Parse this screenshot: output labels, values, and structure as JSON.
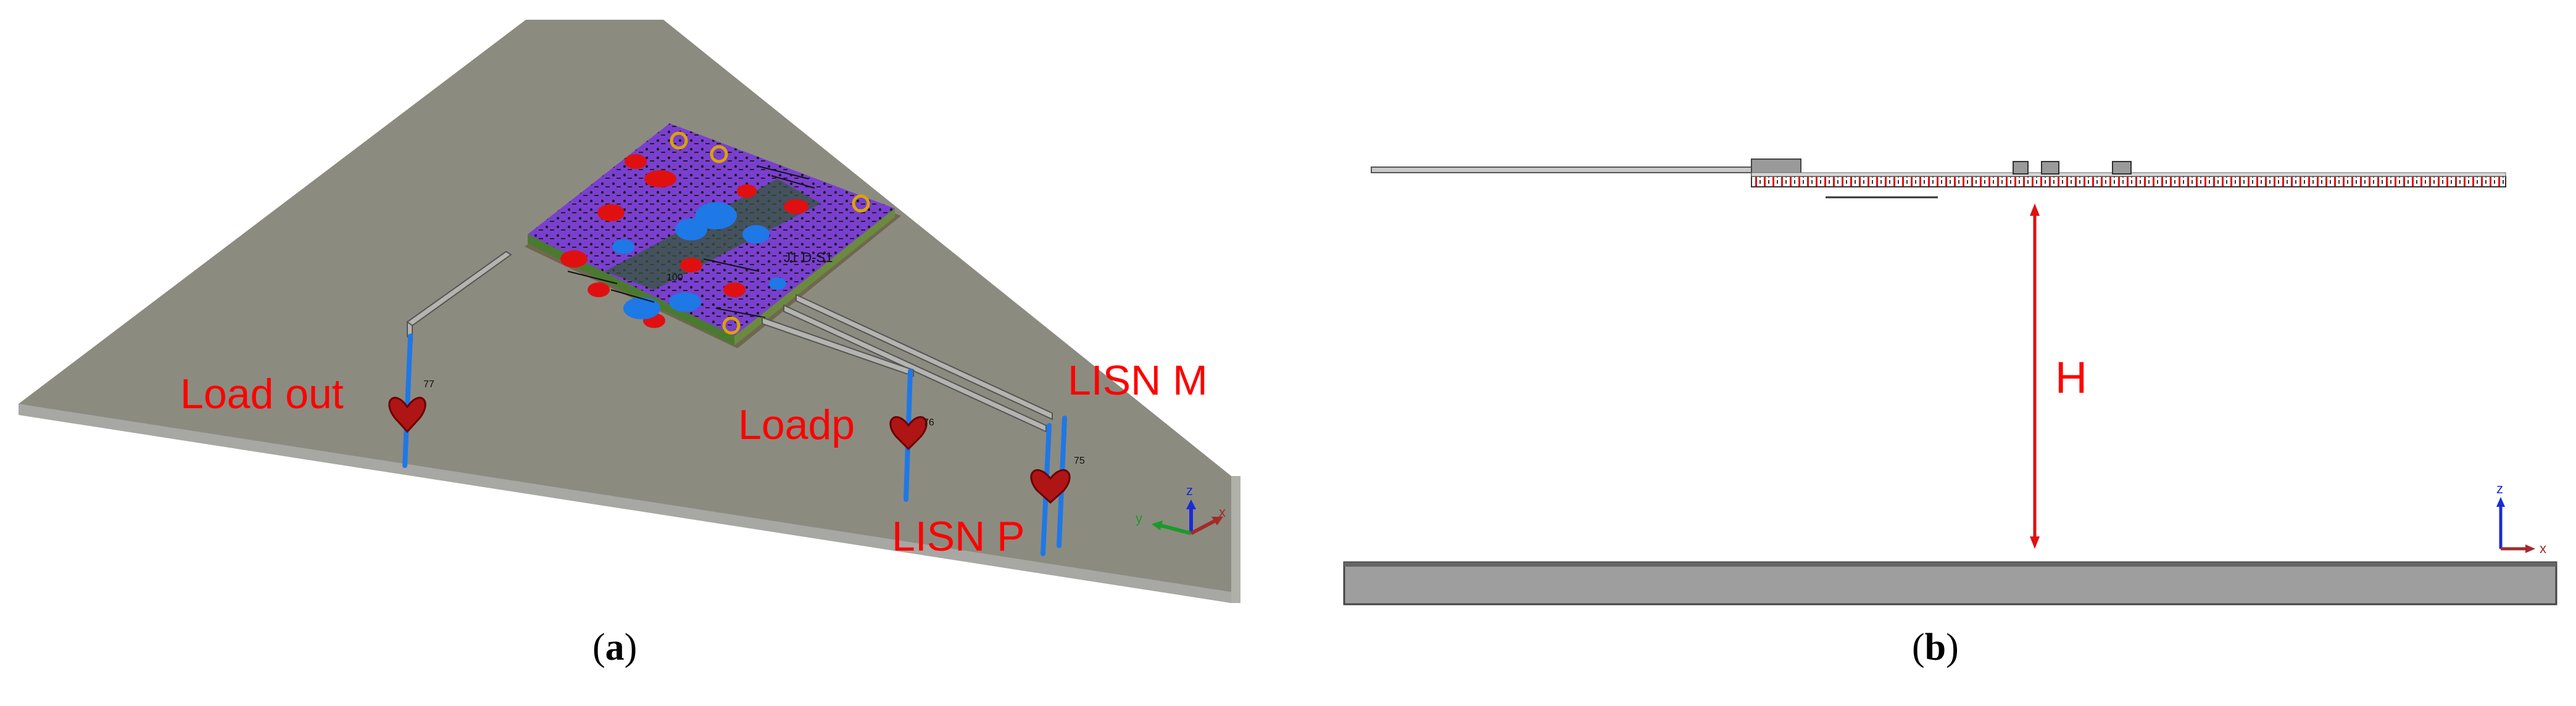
{
  "panel_a": {
    "labels": {
      "load_out": "Load out",
      "loadp": "Loadp",
      "lisn_m": "LISN M",
      "lisn_p": "LISN P"
    },
    "port_numbers": {
      "load_out": "77",
      "loadp": "76",
      "lisn": "75"
    },
    "pcb_text": [
      "J1 D-S1",
      "100"
    ],
    "axis": {
      "x": "x",
      "y": "y",
      "z": "z"
    },
    "caption": {
      "open": "(",
      "letter": "a",
      "close": ")"
    }
  },
  "panel_b": {
    "height_label": "H",
    "axis": {
      "x": "x",
      "z": "z"
    },
    "caption": {
      "open": "(",
      "letter": "b",
      "close": ")"
    }
  },
  "colors": {
    "ground_plane_top": "#8c8b80",
    "ground_plane_edge": "#a7a7a3",
    "pcb_purple": "#7a3fd0",
    "probe_blue": "#1e78e6",
    "marker_red": "#e01010",
    "label_red": "#ff0000",
    "ground_b": "#9e9e9e"
  }
}
